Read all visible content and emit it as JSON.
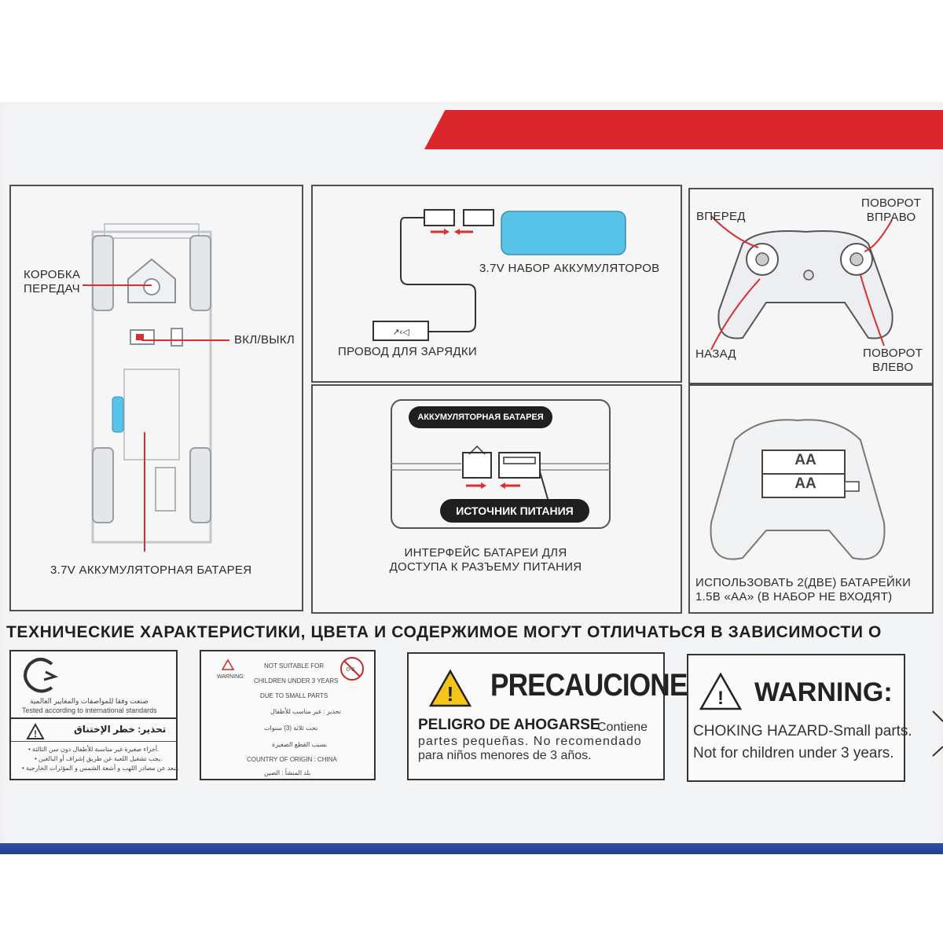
{
  "colors": {
    "accent_red": "#d9272b",
    "accent_blue": "#2f4fa3",
    "battery_blue": "#58c3e8"
  },
  "panel1": {
    "gearbox_label": "КОРОБКА\nПЕРЕДАЧ",
    "switch_label": "ВКЛ/ВЫКЛ",
    "battery_label": "3.7V АККУМУЛЯТОРНАЯ БАТАРЕЯ"
  },
  "panel2": {
    "pack_label": "3.7V НАБОР АККУМУЛЯТОРОВ",
    "cable_label": "ПРОВОД ДЛЯ ЗАРЯДКИ"
  },
  "panel3": {
    "forward": "ВПЕРЕД",
    "backward": "НАЗАД",
    "turn_right": "ПОВОРОТ\nВПРАВО",
    "turn_left": "ПОВОРОТ\nВЛЕВО"
  },
  "panel4": {
    "battery_tag": "АККУМУЛЯТОРНАЯ БАТАРЕЯ",
    "power_tag": "ИСТОЧНИК ПИТАНИЯ",
    "caption": "ИНТЕРФЕЙС БАТАРЕИ ДЛЯ\nДОСТУПА К РАЗЪЕМУ ПИТАНИЯ"
  },
  "panel5": {
    "cell1": "AA",
    "cell2": "AA",
    "caption": "ИСПОЛЬЗОВАТЬ 2(ДВЕ) БАТАРЕЙКИ\n1.5В «АА» (В НАБОР НЕ ВХОДЯТ)"
  },
  "notice": "ТЕХНИЧЕСКИЕ ХАРАКТЕРИСТИКИ, ЦВЕТА И СОДЕРЖИМОЕ МОГУТ ОТЛИЧАТЬСЯ В ЗАВИСИМОСТИ О",
  "arabic_box": {
    "line1": "صنعت وفقا للمواصفات والمعايير العالمية",
    "line2": "Tested according to international standards",
    "warning": "تحذير: خطر الإختناق",
    "bullet1": "• أجزاء صغيرة غير مناسبة للأطفال دون سن الثالثة.",
    "bullet2": "• يجب تشغيل اللعبة عن طريق إشراف أو البالغين.",
    "bullet3": "• تبعد عن مصادر اللهب و أشعة الشمس و المؤثرات الخارجية."
  },
  "small_warning": {
    "warning": "WARNING:",
    "age_icon": "0-3",
    "line1": "NOT SUITABLE FOR",
    "line2": "CHILDREN UNDER 3 YEARS",
    "line3": "DUE TO SMALL PARTS",
    "line4": "تحذير : غير مناسب للأطفال",
    "line5": "تحت ثلاثة (3) سنوات",
    "line6": "بسبب القطع الصغيرة",
    "line7": "COUNTRY OF ORIGIN : CHINA",
    "line8": "بلد المنشأ : الصين"
  },
  "precauciones": {
    "title": "PRECAUCIONES:",
    "hazard": "PELIGRO DE AHOGARSE",
    "text1": "Contiene",
    "text2": "partes pequeñas. No recomendado",
    "text3": "para niños menores de 3 años."
  },
  "warning_box": {
    "title": "WARNING:",
    "line1": "CHOKING HAZARD-Small parts.",
    "line2": "Not for children under 3 years."
  }
}
